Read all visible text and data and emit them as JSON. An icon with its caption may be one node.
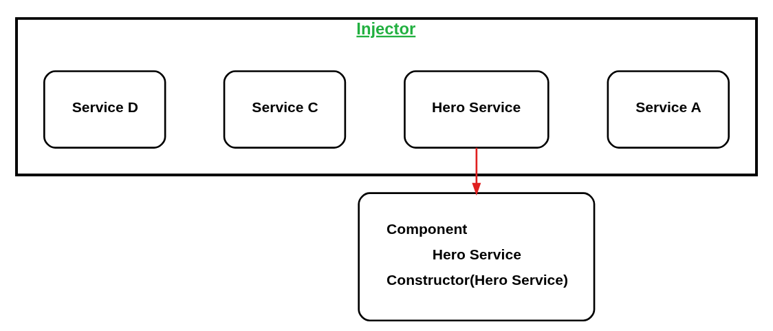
{
  "diagram": {
    "nodes": [
      {
        "text": [
          "Injector"
        ]
      },
      {
        "text": [
          "Service A"
        ],
        "in": 0
      },
      {
        "text": [
          "Hero Service"
        ],
        "in": 0
      },
      {
        "text": [
          "Service C"
        ],
        "in": 0
      },
      {
        "text": [
          "Service D"
        ],
        "in": 0
      },
      {
        "text": [
          "Component",
          "Hero Service",
          "Constructor(Hero Service)"
        ]
      }
    ],
    "edges": [
      {
        "from": 2,
        "to": 5,
        "arrow": "to",
        "color": "#e02020"
      }
    ]
  }
}
